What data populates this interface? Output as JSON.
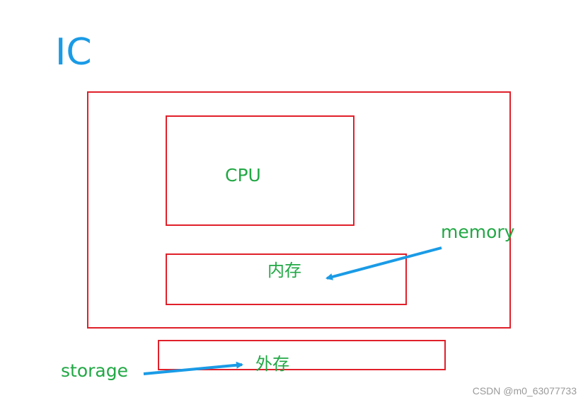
{
  "title": "IC",
  "blocks": {
    "cpu": "CPU",
    "memory_cn": "内存",
    "storage_cn": "外存"
  },
  "annotations": {
    "memory_en": "memory",
    "storage_en": "storage"
  },
  "watermark": "CSDN @m0_63077733",
  "colors": {
    "title": "#1a9be6",
    "box_border": "#e0202a",
    "label_text": "#22a845",
    "arrow": "#1a9be6",
    "watermark": "#9a9a9a"
  }
}
